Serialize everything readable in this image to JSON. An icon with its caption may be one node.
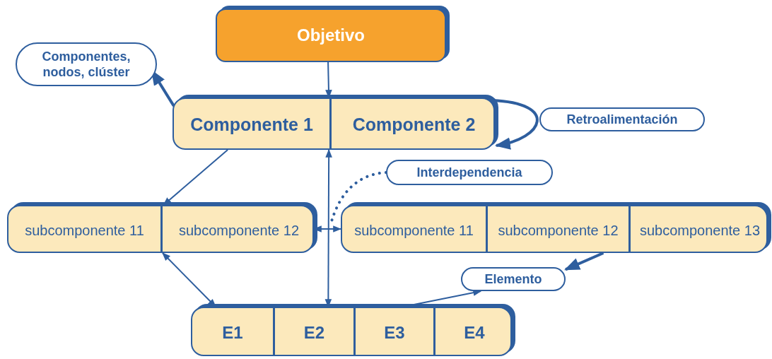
{
  "diagram": {
    "nodes": [
      {
        "text": [
          "Objetivo"
        ]
      },
      {
        "text": [
          "Componentes, nodos, clúster"
        ]
      },
      {
        "text": [],
        "shape": "box"
      },
      {
        "text": [
          "Componente 1"
        ],
        "in": 2
      },
      {
        "text": [
          "Componente 2"
        ],
        "in": 2
      },
      {
        "text": [
          "Retroalimentación"
        ]
      },
      {
        "text": [
          "Interdependencia"
        ]
      },
      {
        "text": [],
        "shape": "box"
      },
      {
        "text": [
          "subcomponente 11"
        ],
        "in": 7
      },
      {
        "text": [
          "subcomponente 12"
        ],
        "in": 7
      },
      {
        "text": [],
        "shape": "box"
      },
      {
        "text": [
          "subcomponente 11"
        ],
        "in": 10
      },
      {
        "text": [
          "subcomponente 12"
        ],
        "in": 10
      },
      {
        "text": [
          "subcomponente 13"
        ],
        "in": 10
      },
      {
        "text": [
          "Elemento"
        ]
      },
      {
        "text": [],
        "shape": "box"
      },
      {
        "text": [
          "E1"
        ],
        "in": 15
      },
      {
        "text": [
          "E2"
        ],
        "in": 15
      },
      {
        "text": [
          "E3"
        ],
        "in": 15
      },
      {
        "text": [
          "E4"
        ],
        "in": 15
      }
    ],
    "edges": [
      {
        "from": 0,
        "to": 2,
        "arrow": "to"
      },
      {
        "from": 2,
        "to": 1,
        "arrow": "to",
        "style": "thick"
      },
      {
        "from": 4,
        "to": 4,
        "arrow": "to",
        "style": "thick"
      },
      {
        "from": 3,
        "to": 7,
        "arrow": "to"
      },
      {
        "from": 2,
        "to": 15,
        "arrow": "both"
      },
      {
        "from": 7,
        "to": 10,
        "arrow": "both"
      },
      {
        "from": 6,
        "to": null,
        "arrow": "none",
        "style": "dashed"
      },
      {
        "from": 7,
        "to": 15,
        "arrow": "both"
      },
      {
        "from": 10,
        "to": 14,
        "arrow": "to",
        "style": "thick"
      },
      {
        "from": 15,
        "to": 14,
        "arrow": "to"
      }
    ]
  }
}
